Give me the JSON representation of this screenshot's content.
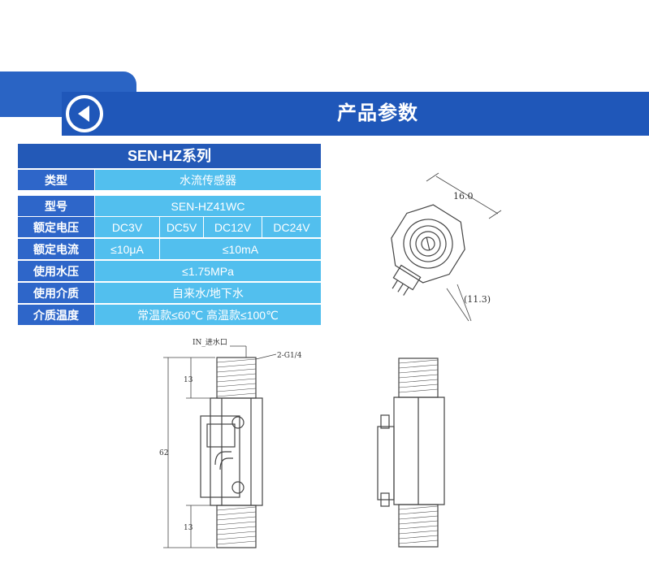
{
  "header": {
    "title": "产品参数"
  },
  "spec_table": {
    "title": "SEN-HZ系列",
    "rows": [
      {
        "label": "类型",
        "values": [
          "水流传感器"
        ]
      },
      {
        "label": "型号",
        "values": [
          "SEN-HZ41WC"
        ]
      },
      {
        "label": "额定电压",
        "values": [
          "DC3V",
          "DC5V",
          "DC12V",
          "DC24V"
        ]
      },
      {
        "label": "额定电流",
        "values": [
          "≤10μA",
          "≤10mA"
        ]
      },
      {
        "label": "使用水压",
        "values": [
          "≤1.75MPa"
        ]
      },
      {
        "label": "使用介质",
        "values": [
          "自来水/地下水"
        ]
      },
      {
        "label": "介质温度",
        "values": [
          "常温款≤60℃ 高温款≤100℃"
        ]
      }
    ]
  },
  "drawings": {
    "top_view": {
      "dim_width": "16.0",
      "dim_depth": "(11.3)"
    },
    "front_view": {
      "inlet_label": "IN_进水口",
      "thread_label": "2-G1/4",
      "dim_top": "13",
      "dim_total": "62",
      "dim_bottom": "13"
    }
  },
  "colors": {
    "header_blue": "#1f57b9",
    "label_blue": "#2e66c9",
    "value_cyan": "#52bfee"
  }
}
